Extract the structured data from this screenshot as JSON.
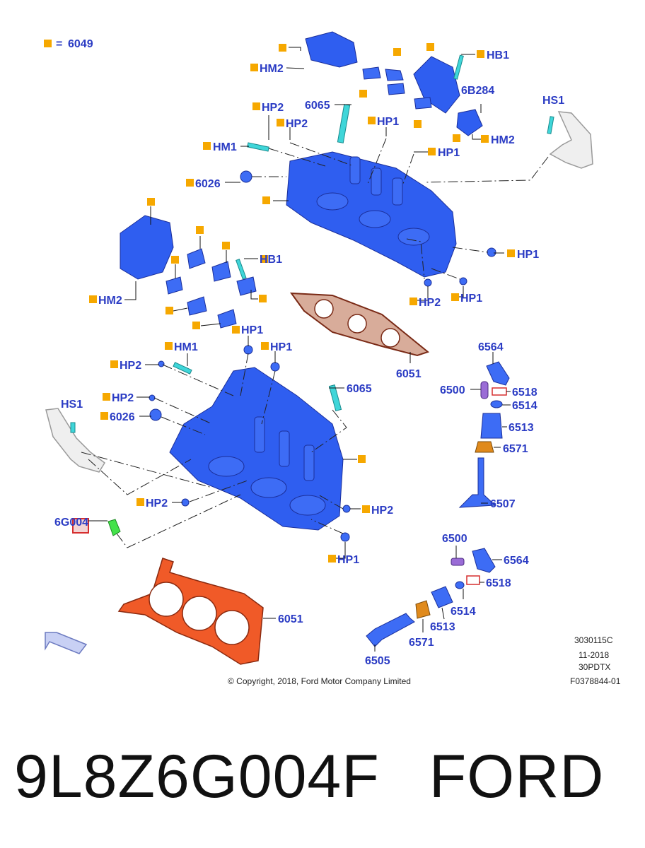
{
  "legend": {
    "code": "6049",
    "equals": "="
  },
  "callouts": {
    "hm2_top": "HM2",
    "hb1_top": "HB1",
    "b6b284": "6B284",
    "hs1_right": "HS1",
    "hp2_a": "HP2",
    "c6065_a": "6065",
    "hp2_b": "HP2",
    "hp1_a": "HP1",
    "hm1_a": "HM1",
    "hp1_b": "HP1",
    "hm2_b": "HM2",
    "c6026_a": "6026",
    "hp1_c": "HP1",
    "hb1_b": "HB1",
    "hm2_c": "HM2",
    "hp2_c": "HP2",
    "hp1_d": "HP1",
    "c6051_a": "6051",
    "hp1_e": "HP1",
    "hm1_b": "HM1",
    "hp1_f": "HP1",
    "hp2_d": "HP2",
    "c6065_b": "6065",
    "hs1_left": "HS1",
    "hp2_e": "HP2",
    "c6026_b": "6026",
    "hp2_f": "HP2",
    "hp2_g": "HP2",
    "c6g004": "6G004",
    "hp1_g": "HP1",
    "c6051_b": "6051",
    "c6564_a": "6564",
    "c6500_a": "6500",
    "c6518_a": "6518",
    "c6514_a": "6514",
    "c6513_a": "6513",
    "c6571_a": "6571",
    "c6507": "6507",
    "c6500_b": "6500",
    "c6564_b": "6564",
    "c6518_b": "6518",
    "c6514_b": "6514",
    "c6513_b": "6513",
    "c6571_b": "6571",
    "c6505": "6505"
  },
  "meta": {
    "code1": "3030115C",
    "date": "11-2018",
    "code2": "30PDTX",
    "code3": "F0378844-01",
    "copyright": "© Copyright, 2018, Ford Motor Company Limited"
  },
  "footer": {
    "part_number": "9L8Z6G004F",
    "brand": "FORD"
  },
  "colors": {
    "callout": "#2b3cc4",
    "marker": "#f6a800",
    "part_blue": "#2f5ef0",
    "gasket_red": "#f05a28",
    "highlight_box": "#d62f2f"
  }
}
